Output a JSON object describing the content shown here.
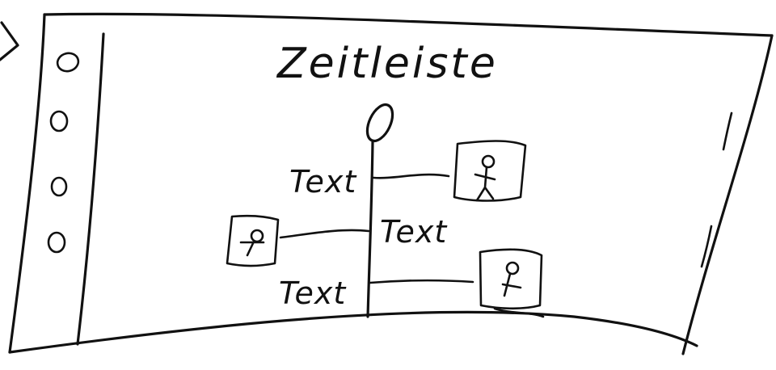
{
  "title": "Zeitleiste",
  "entries": [
    {
      "label": "Text",
      "image_side": "right"
    },
    {
      "label": "Text",
      "image_side": "left"
    },
    {
      "label": "Text",
      "image_side": "right"
    }
  ],
  "sidebar": {
    "items": [
      "o",
      "o",
      "o",
      "o"
    ]
  },
  "icons": {
    "timeline_start": "circle-icon",
    "entry_image": "image-placeholder-icon",
    "nav_item": "nav-dot-icon"
  }
}
